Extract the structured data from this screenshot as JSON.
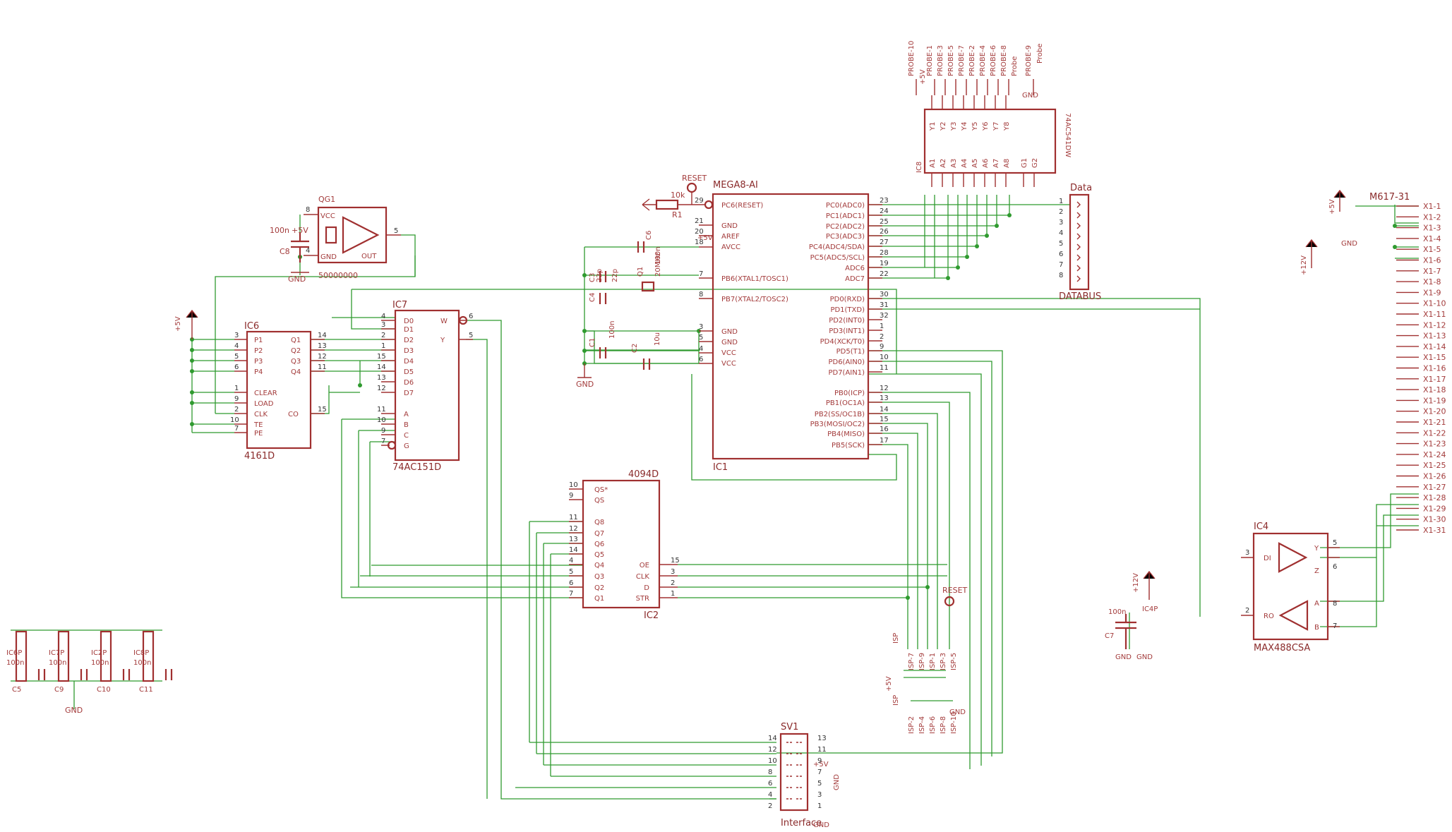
{
  "colors": {
    "wire": "#2f9a2f",
    "part": "#a03030",
    "text": "#a33b3b"
  },
  "parts": {
    "qg1": {
      "ref": "QG1",
      "value": "50000000",
      "pins": [
        "VCC",
        "GND",
        "OUT"
      ]
    },
    "c8": {
      "ref": "C8",
      "value": "100n",
      "supply": "+5V",
      "gnd": "GND"
    },
    "ic6": {
      "ref": "IC6",
      "value": "4161D",
      "left": [
        "P1",
        "P2",
        "P3",
        "P4",
        "CLEAR",
        "LOAD",
        "CLK",
        "TE",
        "PE"
      ],
      "right": [
        "Q1",
        "Q2",
        "Q3",
        "Q4",
        "CO"
      ]
    },
    "ic7": {
      "ref": "IC7",
      "value": "74AC151D",
      "left": [
        "D0",
        "D1",
        "D2",
        "D3",
        "D4",
        "D5",
        "D6",
        "D7",
        "A",
        "B",
        "C",
        "G"
      ],
      "right": [
        "W",
        "Y"
      ]
    },
    "ic1": {
      "ref": "IC1",
      "value": "MEGA8-AI",
      "left": [
        "PC6(RESET)",
        "GND",
        "AREF",
        "AVCC",
        "PB6(XTAL1/TOSC1)",
        "PB7(XTAL2/TOSC2)",
        "GND",
        "GND",
        "VCC",
        "VCC"
      ],
      "right": [
        "PC0(ADC0)",
        "PC1(ADC1)",
        "PC2(ADC2)",
        "PC3(ADC3)",
        "PC4(ADC4/SDA)",
        "PC5(ADC5/SCL)",
        "ADC6",
        "ADC7",
        "PD0(RXD)",
        "PD1(TXD)",
        "PD2(INT0)",
        "PD3(INT1)",
        "PD4(XCK/T0)",
        "PD5(T1)",
        "PD6(AIN0)",
        "PD7(AIN1)",
        "PB0(ICP)",
        "PB1(OC1A)",
        "PB2(SS/OC1B)",
        "PB3(MOSI/OC2)",
        "PB4(MISO)",
        "PB5(SCK)"
      ],
      "right_pins": [
        "23",
        "24",
        "25",
        "26",
        "27",
        "28",
        "19",
        "22",
        "30",
        "31",
        "32",
        "1",
        "2",
        "9",
        "10",
        "11",
        "12",
        "13",
        "14",
        "15",
        "16",
        "17"
      ]
    },
    "ic8": {
      "ref": "IC8",
      "value": "74AC541DW",
      "top": [
        "Y1",
        "Y2",
        "Y3",
        "Y4",
        "Y5",
        "Y6",
        "Y7",
        "Y8"
      ],
      "bottom": [
        "A1",
        "A2",
        "A3",
        "A4",
        "A5",
        "A6",
        "A7",
        "A8",
        "G1",
        "G2"
      ]
    },
    "ic2": {
      "ref": "IC2",
      "value": "4094D",
      "left": [
        "QS*",
        "QS",
        "Q8",
        "Q7",
        "Q6",
        "Q5",
        "Q4",
        "Q3",
        "Q2",
        "Q1"
      ],
      "right": [
        "OE",
        "CLK",
        "D",
        "STR"
      ]
    },
    "ic4": {
      "ref": "IC4",
      "value": "MAX488CSA",
      "pins": [
        "DI",
        "RO",
        "Y",
        "Z",
        "A",
        "B"
      ]
    },
    "data": {
      "ref": "Data",
      "value": "DATABUS"
    },
    "sv1": {
      "ref": "SV1",
      "value": "Interface"
    },
    "x1": {
      "ref": "M617-31",
      "pins": [
        "X1-1",
        "X1-2",
        "X1-3",
        "X1-4",
        "X1-5",
        "X1-6",
        "X1-7",
        "X1-8",
        "X1-9",
        "X1-10",
        "X1-11",
        "X1-12",
        "X1-13",
        "X1-14",
        "X1-15",
        "X1-16",
        "X1-17",
        "X1-18",
        "X1-19",
        "X1-20",
        "X1-21",
        "X1-22",
        "X1-23",
        "X1-24",
        "X1-25",
        "X1-26",
        "X1-27",
        "X1-28",
        "X1-29",
        "X1-30",
        "X1-31"
      ]
    },
    "r1": {
      "ref": "R1",
      "value": "10k"
    },
    "q1": {
      "ref": "Q1",
      "value": "20MHz"
    },
    "c6": {
      "ref": "C6",
      "value": "100n"
    },
    "c3": {
      "ref": "C3",
      "value": "22p"
    },
    "c4": {
      "ref": "C4",
      "value": "22p"
    },
    "c1": {
      "ref": "C1",
      "value": "100n"
    },
    "c2": {
      "ref": "C2",
      "value": "10u"
    },
    "c7": {
      "ref": "C7",
      "value": "100n"
    },
    "ic4p": {
      "ref": "IC4P"
    },
    "decoupling": [
      {
        "ref": "IC6P",
        "cap": "C5",
        "value": "100n"
      },
      {
        "ref": "IC7P",
        "cap": "C9",
        "value": "100n"
      },
      {
        "ref": "IC2P",
        "cap": "C10",
        "value": "100n"
      },
      {
        "ref": "IC8P",
        "cap": "C11",
        "value": "100n"
      }
    ]
  },
  "nets": {
    "p5v": "+5V",
    "p12v": "+12V",
    "gnd": "GND",
    "reset": "RESET",
    "isp": "ISP",
    "probes": [
      "PROBE-10",
      "PROBE-1",
      "PROBE-3",
      "PROBE-5",
      "PROBE-7",
      "PROBE-2",
      "PROBE-4",
      "PROBE-6",
      "PROBE-8",
      "PROBE-9"
    ],
    "probe": "Probe",
    "isp_top": [
      "ISP-7",
      "ISP-9",
      "ISP-1",
      "ISP-3",
      "ISP-5"
    ],
    "isp_bot": [
      "ISP-2",
      "ISP-4",
      "ISP-6",
      "ISP-8",
      "ISP-10"
    ]
  }
}
